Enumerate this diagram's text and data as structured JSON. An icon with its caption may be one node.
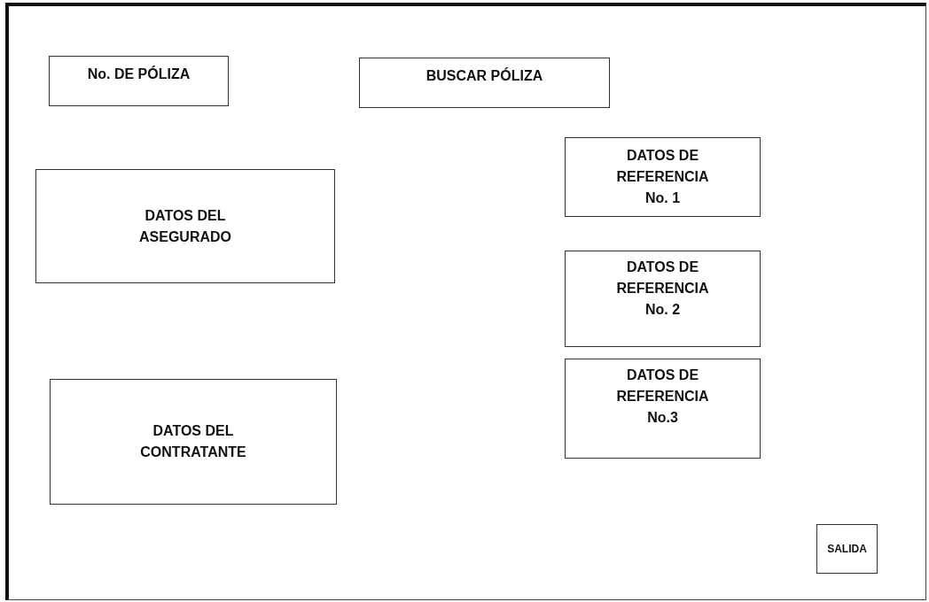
{
  "diagram": {
    "nodes": [
      {
        "text": [
          "No. DE PÓLIZA"
        ]
      },
      {
        "text": [
          "BUSCAR PÓLIZA"
        ]
      },
      {
        "text": [
          "DATOS DE REFERENCIA No. 1"
        ]
      },
      {
        "text": [
          "DATOS DEL ASEGURADO"
        ]
      },
      {
        "text": [
          "DATOS DE REFERENCIA No. 2"
        ]
      },
      {
        "text": [
          "DATOS DE REFERENCIA No.3"
        ]
      },
      {
        "text": [
          "DATOS DEL CONTRATANTE"
        ]
      },
      {
        "text": [
          "SALIDA"
        ]
      }
    ]
  }
}
